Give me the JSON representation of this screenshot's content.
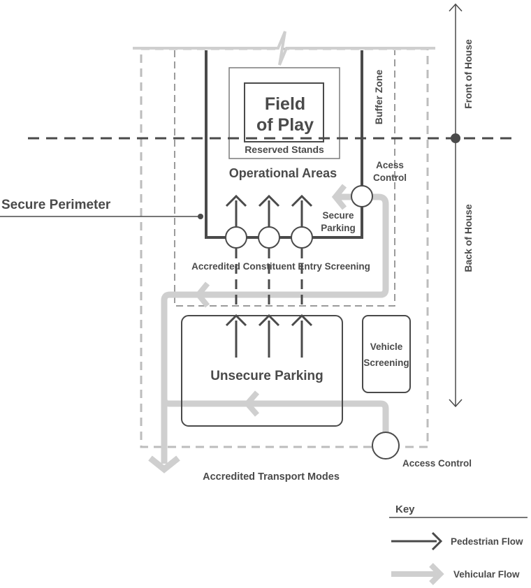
{
  "labels": {
    "field_line1": "Field",
    "field_line2": "of Play",
    "reserved_stands": "Reserved Stands",
    "operational_areas": "Operational Areas",
    "buffer_zone": "Buffer Zone",
    "front_of_house": "Front of House",
    "back_of_house": "Back of House",
    "acess_line1": "Acess",
    "acess_line2": "Control",
    "secure_perimeter": "Secure Perimeter",
    "secure_line1": "Secure",
    "secure_line2": "Parking",
    "entry_screening": "Accredited Constituent Entry Screening",
    "vehicle_line1": "Vehicle",
    "vehicle_line2": "Screening",
    "unsecure_parking": "Unsecure Parking",
    "access_control": "Access Control",
    "transport_modes": "Accredited Transport Modes"
  },
  "key": {
    "title": "Key",
    "pedestrian": "Pedestrian Flow",
    "vehicular": "Vehicular Flow"
  },
  "colors": {
    "dark": "#4a4a4a",
    "light": "#cfcfcf",
    "dashed": "#bdbdbd"
  }
}
